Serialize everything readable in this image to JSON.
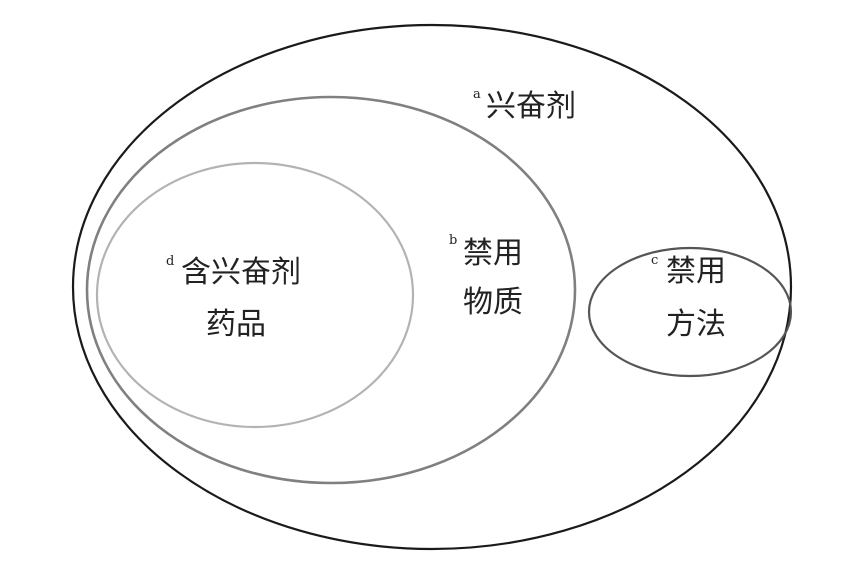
{
  "diagram": {
    "sets": [
      {
        "id": "a",
        "marker": "a",
        "lines": [
          "兴奋剂"
        ],
        "stroke": "#1a1a1a"
      },
      {
        "id": "b",
        "marker": "b",
        "lines": [
          "禁用",
          "物质"
        ],
        "stroke": "#808080"
      },
      {
        "id": "c",
        "marker": "c",
        "lines": [
          "禁用",
          "方法"
        ],
        "stroke": "#555555"
      },
      {
        "id": "d",
        "marker": "d",
        "lines": [
          "含兴奋剂",
          "药品"
        ],
        "stroke": "#b3b3b3"
      }
    ]
  }
}
